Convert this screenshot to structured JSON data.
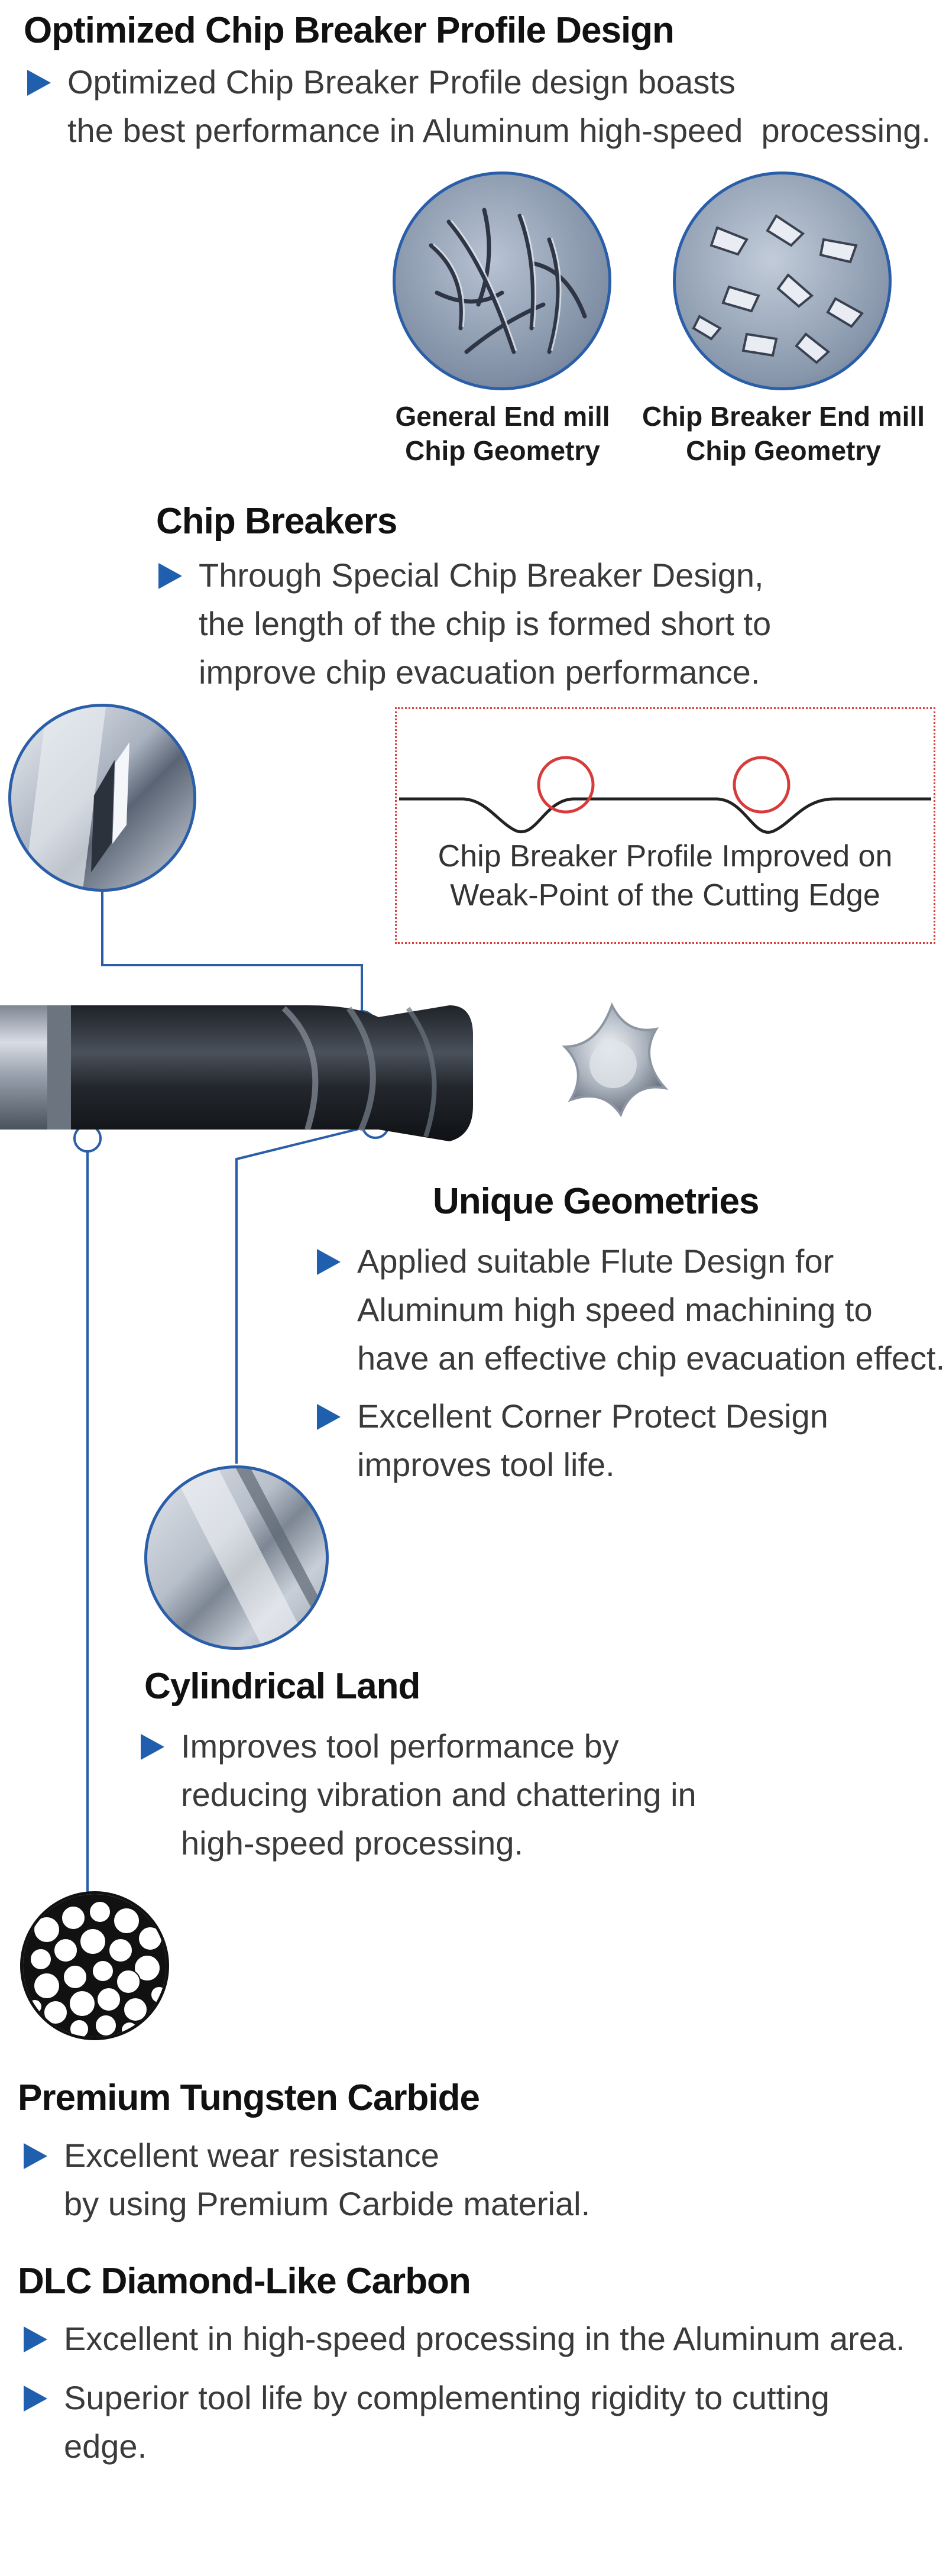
{
  "section1": {
    "title": "Optimized Chip Breaker Profile Design",
    "bullet": "Optimized Chip Breaker Profile design boasts\nthe best performance in Aluminum high-speed  processing.",
    "caption_left": "General End mill\nChip Geometry",
    "caption_right": "Chip Breaker End mill\nChip Geometry"
  },
  "section2": {
    "title": "Chip Breakers",
    "bullet": "Through Special Chip Breaker Design,\nthe length of the chip is formed short to\nimprove chip evacuation performance.",
    "box_caption": "Chip Breaker Profile Improved on\nWeak-Point of the Cutting Edge"
  },
  "section3": {
    "title": "Unique Geometries",
    "bullets": [
      "Applied suitable Flute Design for\nAluminum high speed machining to\nhave an effective chip evacuation effect.",
      "Excellent Corner Protect Design\nimproves tool life."
    ]
  },
  "section4": {
    "title": "Cylindrical Land",
    "bullet": "Improves tool performance by\nreducing vibration and chattering in\nhigh-speed processing."
  },
  "section5": {
    "title": "Premium Tungsten Carbide",
    "bullet": "Excellent wear resistance\nby using Premium Carbide material."
  },
  "section6": {
    "title": "DLC Diamond-Like Carbon",
    "bullets": [
      "Excellent in high-speed processing in the Aluminum area.",
      "Superior tool life by complementing rigidity to cutting\nedge."
    ]
  },
  "colors": {
    "accent_blue": "#1f5fae",
    "line_blue": "#2a5ea8",
    "highlight_red": "#d93a3a"
  }
}
